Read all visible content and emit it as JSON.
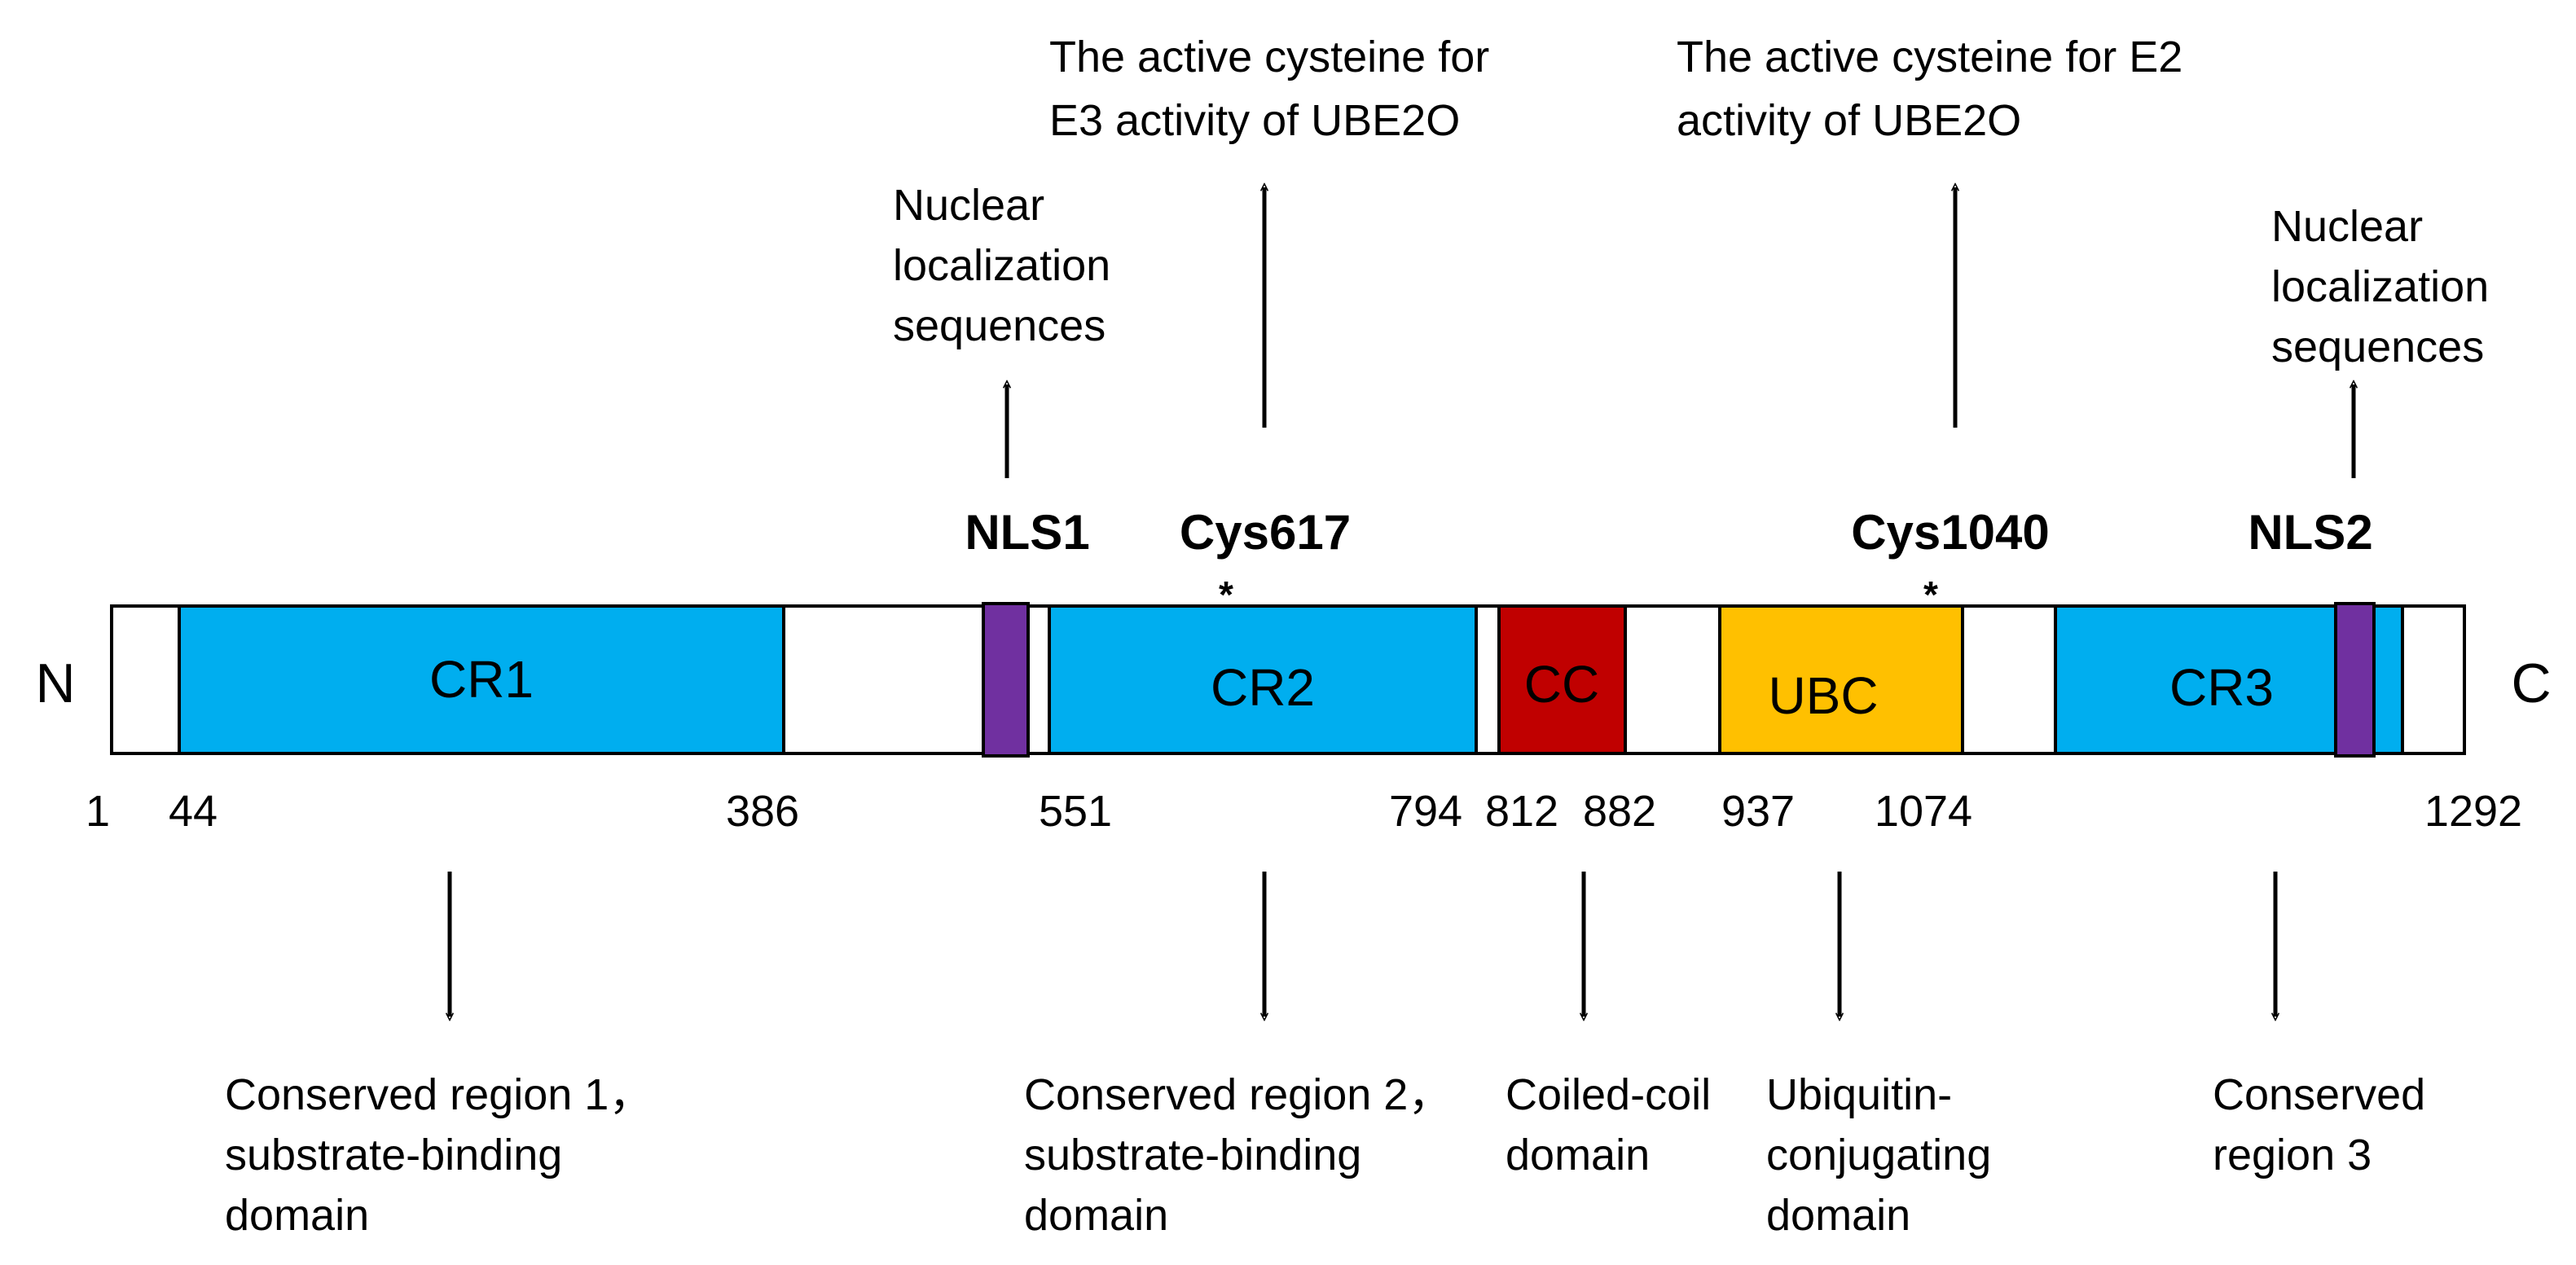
{
  "diagram": {
    "terminals": {
      "n": "N",
      "c": "C"
    },
    "domains": {
      "cr1": "CR1",
      "cr2": "CR2",
      "cc": "CC",
      "ubc": "UBC",
      "cr3": "CR3"
    },
    "sites": {
      "nls1": "NLS1",
      "cys617": "Cys617",
      "cys1040": "Cys1040",
      "nls2": "NLS2",
      "star": "*"
    },
    "positions": [
      "1",
      "44",
      "386",
      "551",
      "794",
      "812",
      "882",
      "937",
      "1074",
      "1292"
    ],
    "top_annotations": {
      "e3_cysteine": [
        "The active cysteine for",
        "E3 activity of UBE2O"
      ],
      "e2_cysteine": [
        "The active cysteine for E2",
        "activity of UBE2O"
      ],
      "nls1": [
        "Nuclear",
        "localization",
        "sequences"
      ],
      "nls2": [
        "Nuclear",
        "localization",
        "sequences"
      ]
    },
    "bottom_annotations": {
      "cr1": [
        "Conserved region 1，",
        "substrate-binding",
        "domain"
      ],
      "cr2": [
        "Conserved region 2，",
        "substrate-binding",
        "domain"
      ],
      "cc": [
        "Coiled-coil",
        "domain"
      ],
      "ubc": [
        "Ubiquitin-",
        "conjugating",
        "domain"
      ],
      "cr3": [
        "Conserved",
        "region 3"
      ]
    },
    "colors": {
      "cr": "#00AEEF",
      "cc": "#C00000",
      "ubc": "#FFC000",
      "nls": "#7030A0",
      "outline": "#000000"
    }
  }
}
